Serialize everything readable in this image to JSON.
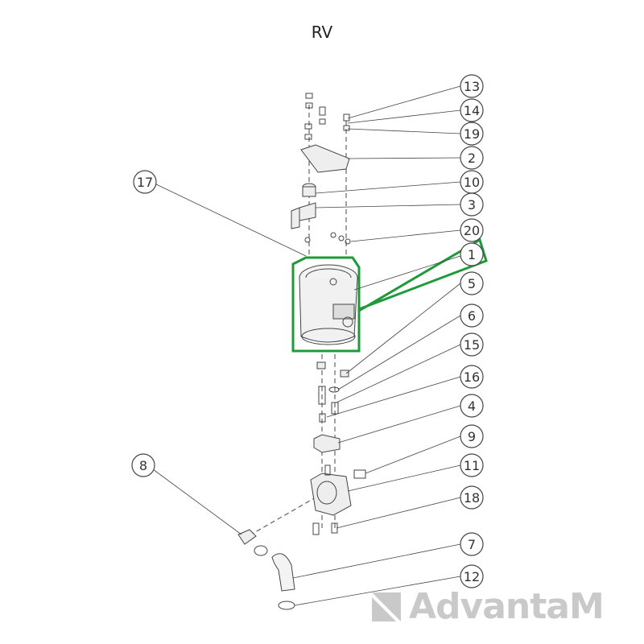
{
  "title": "RV",
  "callouts": [
    "13",
    "14",
    "19",
    "2",
    "10",
    "3",
    "20",
    "1",
    "5",
    "6",
    "15",
    "16",
    "4",
    "9",
    "11",
    "18",
    "7",
    "12",
    "17",
    "8"
  ],
  "logo": {
    "text": "AdvantaM"
  },
  "colors": {
    "highlight": "#1e9a3a",
    "line": "#444444",
    "logo": "#c9c9c9"
  }
}
